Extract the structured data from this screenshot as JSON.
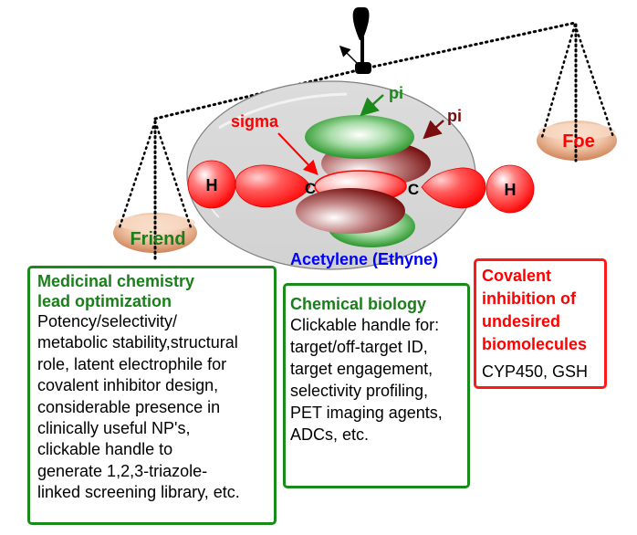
{
  "diagram": {
    "molecule_name": "Acetylene (Ethyne)",
    "atom_labels": {
      "hydrogen": "H",
      "carbon": "C"
    },
    "bond_labels": {
      "sigma": "sigma",
      "pi_top": "pi",
      "pi_back": "pi"
    },
    "scale": {
      "left_pan_label": "Friend",
      "right_pan_label": "Foe"
    },
    "colors": {
      "sigma_red": "#ff0000",
      "pi_green": "#1a8a1a",
      "pi_maroon": "#7a0d0d",
      "molecule_label_blue": "#0000ff",
      "ellipse_gray": "#d8d8d8",
      "pan_copper": "#d9956a"
    }
  },
  "boxes": {
    "medicinal": {
      "title_lines": [
        "Medicinal chemistry",
        "lead optimization"
      ],
      "body_lines": [
        "Potency/selectivity/",
        "metabolic stability,structural",
        "role, latent electrophile for",
        "covalent inhibitor design,",
        "considerable presence in",
        "clinically useful NP's,",
        "clickable handle to",
        "generate 1,2,3-triazole-",
        "linked screening library, etc."
      ]
    },
    "chemical_biology": {
      "title_lines": [
        "Chemical biology"
      ],
      "body_lines": [
        "Clickable handle for:",
        "target/off-target ID,",
        "target engagement,",
        "selectivity profiling,",
        "PET imaging agents,",
        "ADCs, etc."
      ]
    },
    "covalent": {
      "title_lines": [
        "Covalent",
        "inhibition of",
        "undesired",
        "biomolecules"
      ],
      "body_lines": [
        "CYP450, GSH"
      ]
    }
  }
}
